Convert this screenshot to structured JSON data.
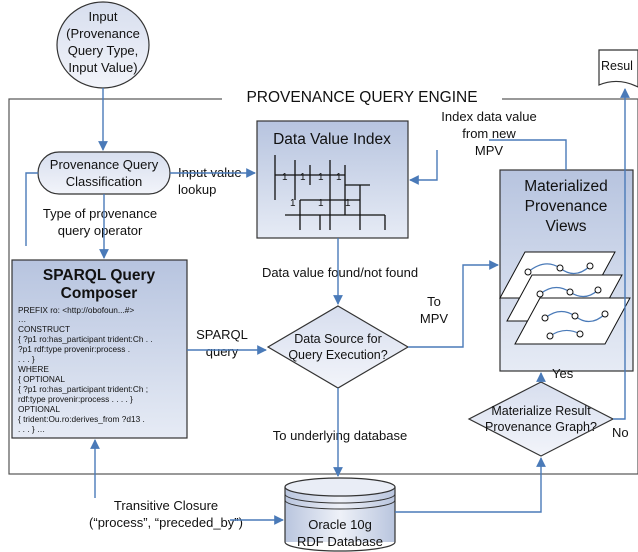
{
  "colors": {
    "arrow": "#4a7ab8",
    "box_fill_dark": "#c2cde3",
    "box_fill_light": "#e3e8f3",
    "box_stroke": "#333333"
  },
  "input_node": {
    "lines": [
      "Input",
      "(Provenance",
      "Query Type,",
      "Input Value)"
    ]
  },
  "result_node": {
    "label": "Resul"
  },
  "engine": {
    "title": "PROVENANCE QUERY ENGINE"
  },
  "classification": {
    "lines": [
      "Provenance Query",
      "Classification"
    ]
  },
  "labels": {
    "type_operator": [
      "Type of provenance",
      "query operator"
    ],
    "input_value_lookup": [
      "Input value",
      "lookup"
    ],
    "index_new_mpv": [
      "Index data value",
      "from new",
      "MPV"
    ],
    "value_found": "Data value found/not found",
    "to_mpv": [
      "To",
      "MPV"
    ],
    "sparql_query": [
      "SPARQL",
      "query"
    ],
    "yes": "Yes",
    "no": "No",
    "underlying_db": "To underlying database",
    "transitive_closure": [
      "Transitive Closure",
      "(“process”, “preceded_by”)"
    ]
  },
  "data_value_index": {
    "title": "Data Value Index",
    "numbers": [
      "1",
      "1",
      "1",
      "1",
      "1",
      "1",
      "1"
    ]
  },
  "mpv": {
    "lines": [
      "Materialized",
      "Provenance",
      "Views"
    ]
  },
  "sparql_composer": {
    "title_lines": [
      "SPARQL Query",
      "Composer"
    ],
    "code_lines": [
      "PREFIX ro:    <http://obofoun...#>",
      "…",
      "CONSTRUCT",
      "  { ?p1 ro:has_participant trident:Ch . .",
      "    ?p1 rdf:type provenir:process .",
      "      . . . }",
      "WHERE",
      "{ OPTIONAL",
      "  { ?p1 ro:has_participant  trident:Ch ;",
      "        rdf:type provenir:process .      . . . }",
      "OPTIONAL",
      "{ trident:Ou.ro:derives_from ?d13 .",
      "    . . . } …"
    ]
  },
  "decision_source": {
    "lines": [
      "Data Source for",
      "Query Execution?"
    ]
  },
  "decision_materialize": {
    "lines": [
      "Materialize Result",
      "Provenance Graph?"
    ]
  },
  "database": {
    "lines": [
      "Oracle 10g",
      "RDF Database"
    ]
  }
}
